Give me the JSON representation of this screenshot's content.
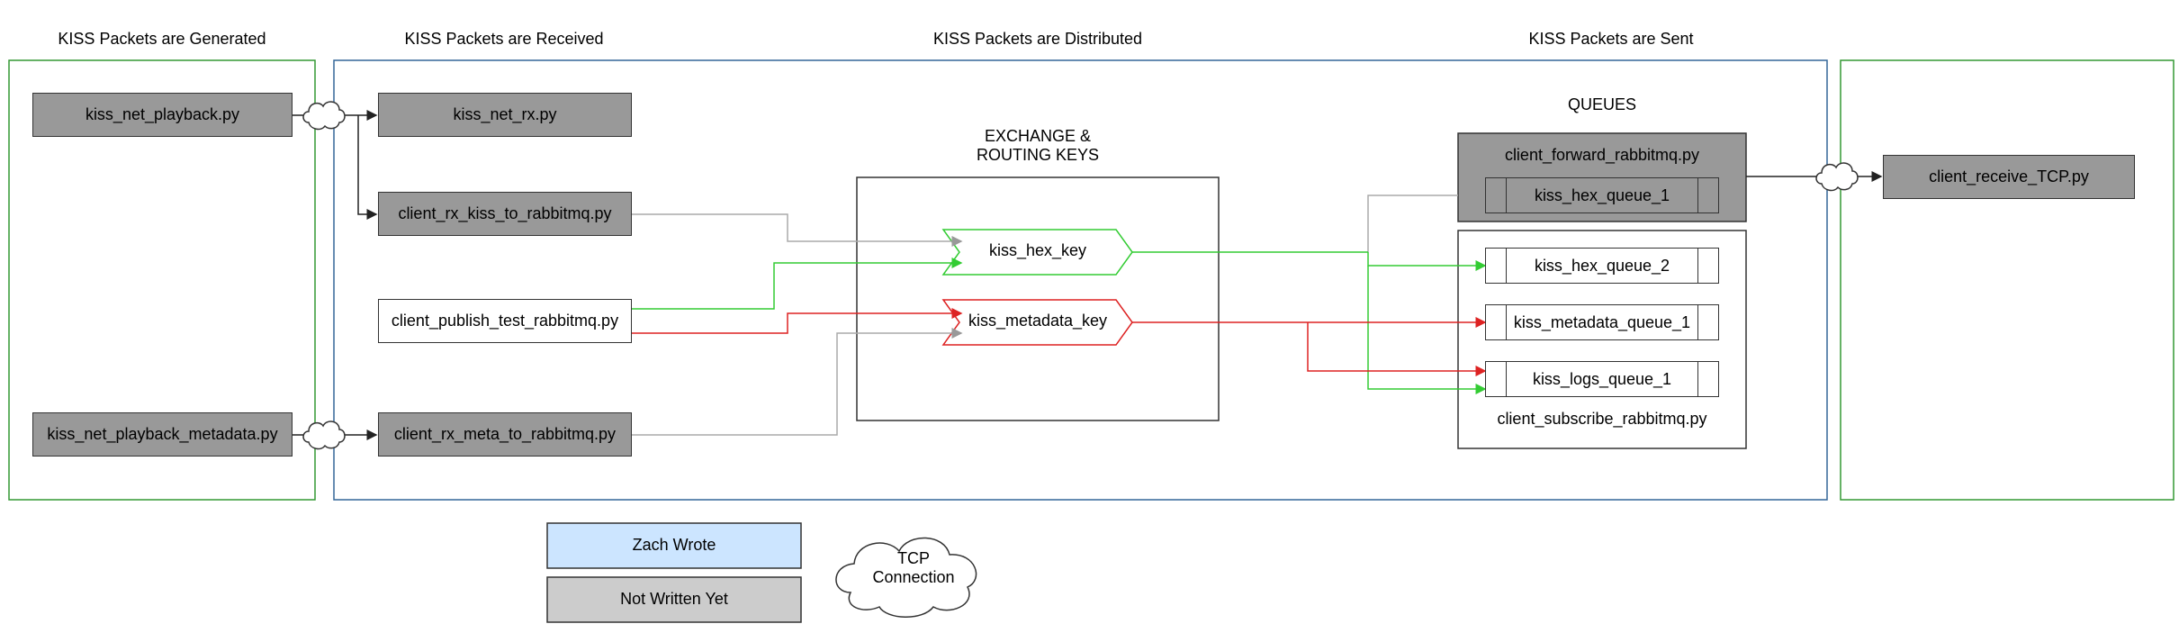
{
  "sections": {
    "generated": "KISS Packets are Generated",
    "received": "KISS Packets are Received",
    "distributed": "KISS Packets are Distributed",
    "sent": "KISS Packets are Sent"
  },
  "generators": {
    "playback": "kiss_net_playback.py",
    "playback_metadata": "kiss_net_playback_metadata.py"
  },
  "receivers": {
    "net_rx": "kiss_net_rx.py",
    "rx_kiss": "client_rx_kiss_to_rabbitmq.py",
    "publish_test": "client_publish_test_rabbitmq.py",
    "rx_meta": "client_rx_meta_to_rabbitmq.py"
  },
  "exchange": {
    "title_line1": "EXCHANGE &",
    "title_line2": "ROUTING KEYS",
    "hex_key": "kiss_hex_key",
    "metadata_key": "kiss_metadata_key"
  },
  "queues": {
    "title": "QUEUES",
    "forward_client": "client_forward_rabbitmq.py",
    "hex_queue_1": "kiss_hex_queue_1",
    "hex_queue_2": "kiss_hex_queue_2",
    "metadata_queue_1": "kiss_metadata_queue_1",
    "logs_queue_1": "kiss_logs_queue_1",
    "subscribe_client": "client_subscribe_rabbitmq.py"
  },
  "tcp_receiver": "client_receive_TCP.py",
  "legend": {
    "zach_wrote": "Zach Wrote",
    "not_written": "Not Written Yet",
    "tcp_line1": "TCP",
    "tcp_line2": "Connection"
  },
  "colors": {
    "green": "#33cc33",
    "red": "#dd2222",
    "gray_line": "#aaaaaa",
    "box_gray": "#999999",
    "frame_green": "#339933",
    "frame_blue": "#336699",
    "legend_blue": "#cce5ff",
    "legend_gray": "#cccccc"
  },
  "icons": {
    "cloud": "cloud-icon"
  }
}
